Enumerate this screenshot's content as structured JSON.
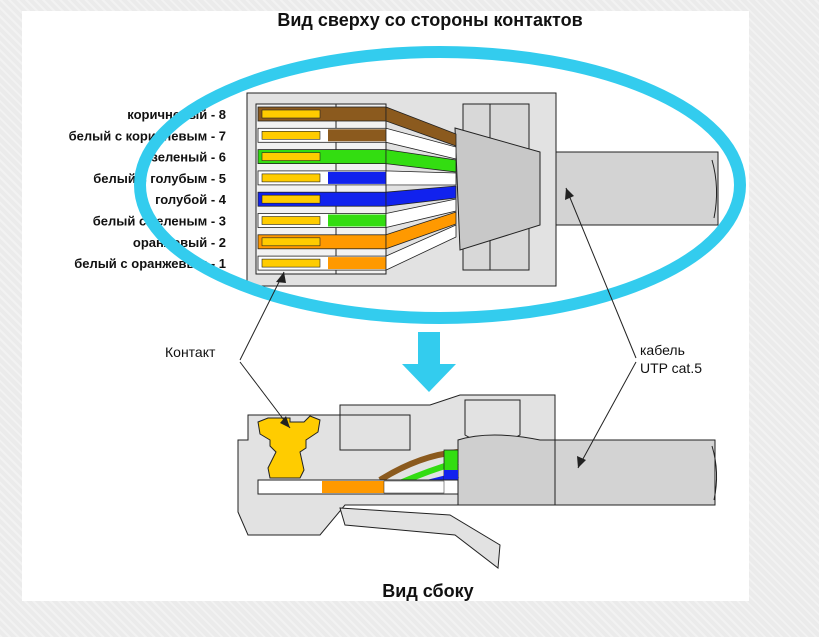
{
  "top_title": "Вид сверху со стороны контактов",
  "bottom_title": "Вид сбоку",
  "contact_label": "Контакт",
  "cable_label_line1": "кабель",
  "cable_label_line2": "UTP cat.5",
  "wires": [
    {
      "label": "коричневый - 8",
      "color": "#8B5A1E",
      "striped": false
    },
    {
      "label": "белый с коричневым - 7",
      "color": "#8B5A1E",
      "striped": true
    },
    {
      "label": "зеленый - 6",
      "color": "#33DD11",
      "striped": false
    },
    {
      "label": "белый с голубым - 5",
      "color": "#1122EE",
      "striped": true
    },
    {
      "label": "голубой - 4",
      "color": "#1122EE",
      "striped": false
    },
    {
      "label": "белый с зеленым - 3",
      "color": "#33DD11",
      "striped": true
    },
    {
      "label": "оранжевый - 2",
      "color": "#FF9900",
      "striped": false
    },
    {
      "label": "белый с оранжевым - 1",
      "color": "#FF9900",
      "striped": true
    }
  ],
  "colors": {
    "highlight_ring": "#33CCEE",
    "plug_body": "#E0E0E0",
    "cable": "#D3D3D3",
    "contact_gold": "#FFCC00"
  }
}
